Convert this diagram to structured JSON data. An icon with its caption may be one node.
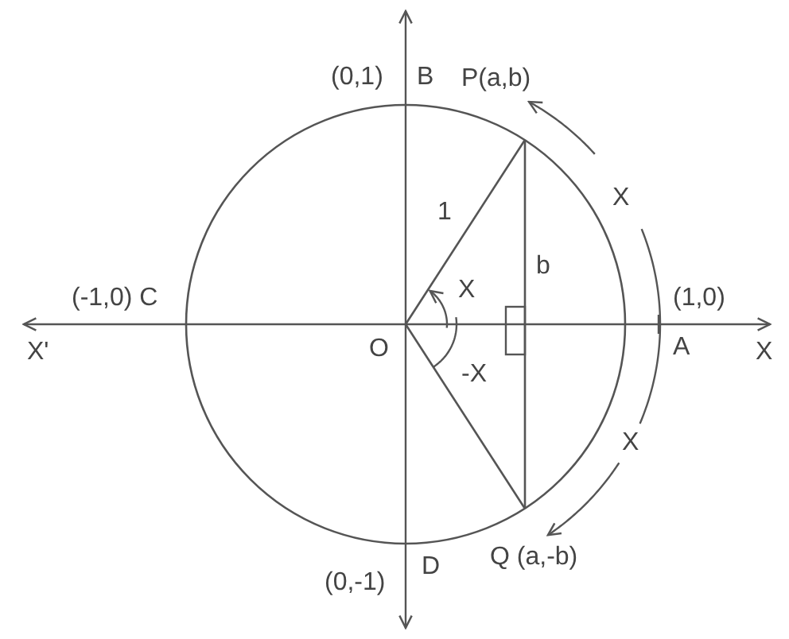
{
  "diagram": {
    "labels": [
      "(0,1)",
      "B",
      "P(a,b)",
      "X",
      "1",
      "b",
      "X",
      "(-1,0) C",
      "(1,0)",
      "X'",
      "O",
      "A",
      "X",
      "-X",
      "X",
      "Q (a,-b)",
      "(0,-1)",
      "D"
    ]
  }
}
